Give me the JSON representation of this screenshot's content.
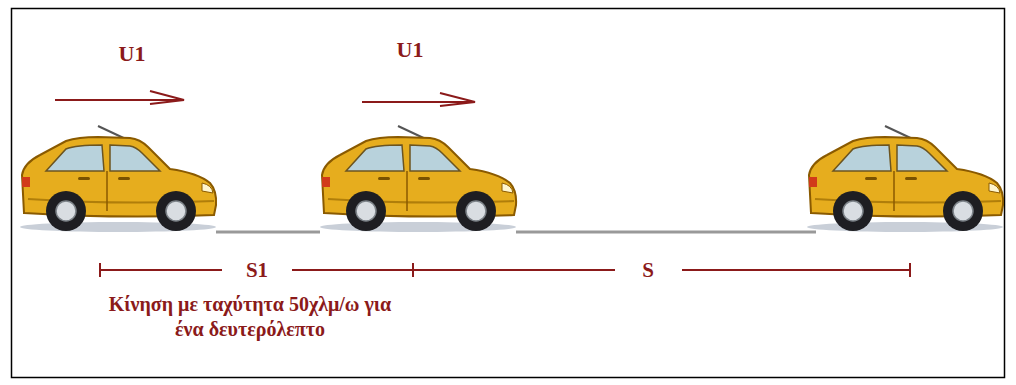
{
  "diagram": {
    "labels": [
      "U1",
      "U1",
      "S1",
      "S",
      "Κίνηση με ταχύτητα 50χλμ/ω για ένα δευτερόλεπτο"
    ]
  }
}
